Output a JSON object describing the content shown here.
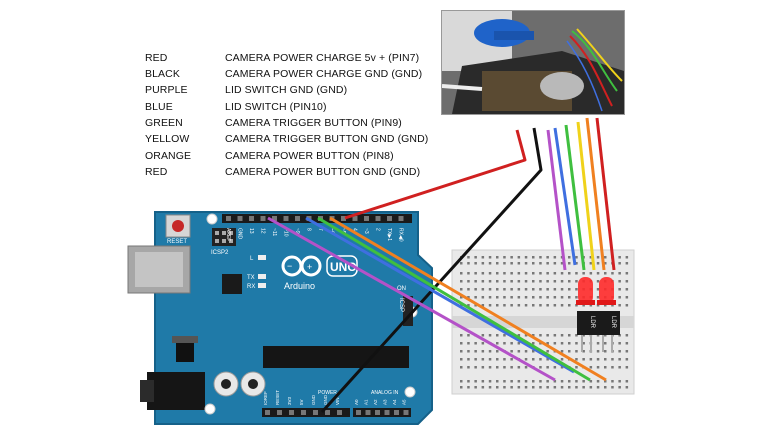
{
  "legend": [
    {
      "color": "RED",
      "desc": "CAMERA POWER CHARGE 5v + (PIN7)",
      "hex": "#d02020"
    },
    {
      "color": "BLACK",
      "desc": "CAMERA POWER CHARGE GND (GND)",
      "hex": "#111111"
    },
    {
      "color": "PURPLE",
      "desc": "LID SWITCH GND (GND)",
      "hex": "#b452c8"
    },
    {
      "color": "BLUE",
      "desc": "LID SWITCH (PIN10)",
      "hex": "#3f6fe0"
    },
    {
      "color": "GREEN",
      "desc": "CAMERA TRIGGER BUTTON (PIN9)",
      "hex": "#3fbf3f"
    },
    {
      "color": "YELLOW",
      "desc": "CAMERA TRIGGER BUTTON GND (GND)",
      "hex": "#f0d21a"
    },
    {
      "color": "ORANGE",
      "desc": "CAMERA POWER BUTTON (PIN8)",
      "hex": "#f08020"
    },
    {
      "color": "RED",
      "desc": "CAMERA POWER BUTTON GND (GND)",
      "hex": "#d02020"
    }
  ],
  "board": {
    "reset": "RESET",
    "icsp": "ICSP2",
    "icsp_right": "ICSP",
    "l": "L",
    "tx": "TX",
    "rx": "RX",
    "brand": "Arduino",
    "uno": "UNO",
    "power": "POWER",
    "analog": "ANALOG IN",
    "digital": "DIGITAL (PWM~)",
    "on": "ON",
    "pins_top": [
      "AREF",
      "GND",
      "13",
      "12",
      "~11",
      "~10",
      "~9",
      "8",
      "7",
      "~6",
      "~5",
      "4",
      "~3",
      "2",
      "TX▶1",
      "RX◀0"
    ],
    "pins_power": [
      "IOREF",
      "RESET",
      "3V3",
      "5V",
      "GND",
      "GND",
      "VIN"
    ],
    "pins_analog": [
      "A0",
      "A1",
      "A2",
      "A3",
      "A4",
      "A5"
    ]
  },
  "breadboard": {
    "ldr_labels": [
      "LDR",
      "LDR"
    ]
  },
  "colors": {
    "board": "#1f7aa8",
    "board_edge": "#156189",
    "breadboard": "#e9e9e9"
  }
}
